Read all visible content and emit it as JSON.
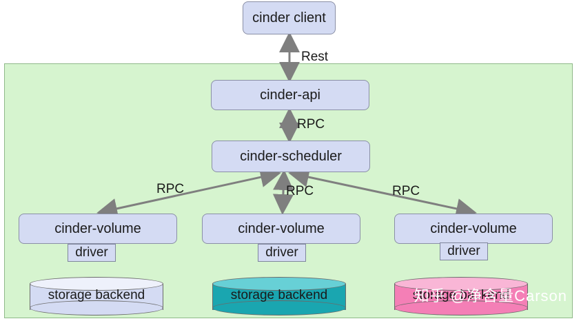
{
  "client": "cinder client",
  "rest_label": "Rest",
  "api": "cinder-api",
  "rpc_api_scheduler": "RPC",
  "scheduler": "cinder-scheduler",
  "rpc_left": "RPC",
  "rpc_mid": "RPC",
  "rpc_right": "RPC",
  "volumes": [
    {
      "label": "cinder-volume",
      "driver": "driver"
    },
    {
      "label": "cinder-volume",
      "driver": "driver"
    },
    {
      "label": "cinder-volume",
      "driver": "driver"
    }
  ],
  "backends": [
    {
      "label": "storage backend",
      "color": "#d4dbf3"
    },
    {
      "label": "storage backend",
      "color": "#1aa6b0"
    },
    {
      "label": "storage backend",
      "color": "#f47fb6"
    }
  ],
  "watermark": "知乎 @净含量Carson",
  "colors": {
    "panel": "#d6f4cf",
    "box": "#d4dbf3",
    "arrow": "#7f7f7f"
  }
}
